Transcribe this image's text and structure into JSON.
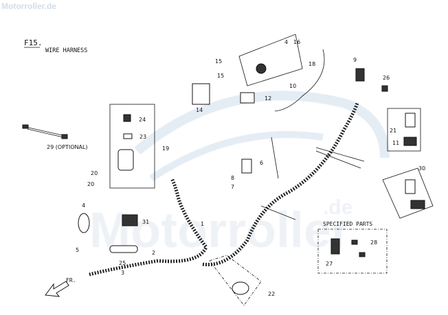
{
  "watermark_small": "Motorroller.de",
  "watermark_large": "Motorroller",
  "watermark_suffix": ".de",
  "figure_code": "F15.",
  "figure_title": "WIRE HARNESS",
  "specified_parts_label": "SPECIFIED PARTS",
  "direction_label": "FR.",
  "optional_label": "29 (OPTIONAL)",
  "callouts": [
    "15",
    "15",
    "14",
    "12",
    "10",
    "4",
    "16",
    "18",
    "9",
    "26",
    "24",
    "23",
    "19",
    "20",
    "20",
    "21",
    "11",
    "30",
    "6",
    "8",
    "7",
    "4",
    "31",
    "1",
    "5",
    "2",
    "25",
    "3",
    "22",
    "27",
    "28"
  ],
  "colors": {
    "line": "#111111",
    "watermark": "#d9e4ef"
  }
}
